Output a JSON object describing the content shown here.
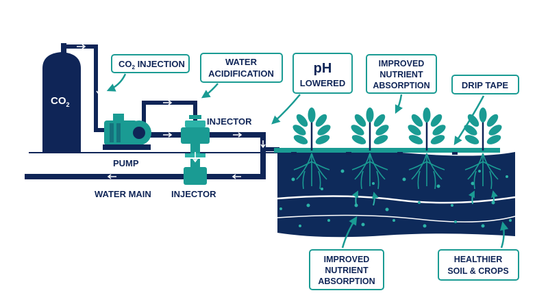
{
  "colors": {
    "navy": "#0f2557",
    "teal": "#1a9b93",
    "teal_light": "#2cb3a8",
    "soil_dark": "#0e2a5a",
    "box_border": "#1a9b93"
  },
  "tank": {
    "label_main": "CO",
    "label_sub": "2"
  },
  "callouts": {
    "co2_injection": {
      "prefix": "CO",
      "sub": "2",
      "text": " INJECTION"
    },
    "water_acidification": {
      "line1": "WATER",
      "line2": "ACIDIFICATION"
    },
    "ph_lowered": {
      "line1": "pH",
      "line2": "LOWERED"
    },
    "improved_top": {
      "line1": "IMPROVED",
      "line2": "NUTRIENT",
      "line3": "ABSORPTION"
    },
    "drip_tape": {
      "text": "DRIP TAPE"
    },
    "improved_bottom": {
      "line1": "IMPROVED",
      "line2": "NUTRIENT",
      "line3": "ABSORPTION"
    },
    "healthier": {
      "line1": "HEALTHIER",
      "line2": "SOIL & CROPS"
    }
  },
  "labels": {
    "pump": "PUMP",
    "injector_top": "INJECTOR",
    "injector_bottom": "INJECTOR",
    "water_main": "WATER MAIN"
  },
  "icons": {
    "arrow": "arrow-icon",
    "plant": "plant-icon",
    "pump": "pump-icon",
    "injector": "injector-icon"
  }
}
